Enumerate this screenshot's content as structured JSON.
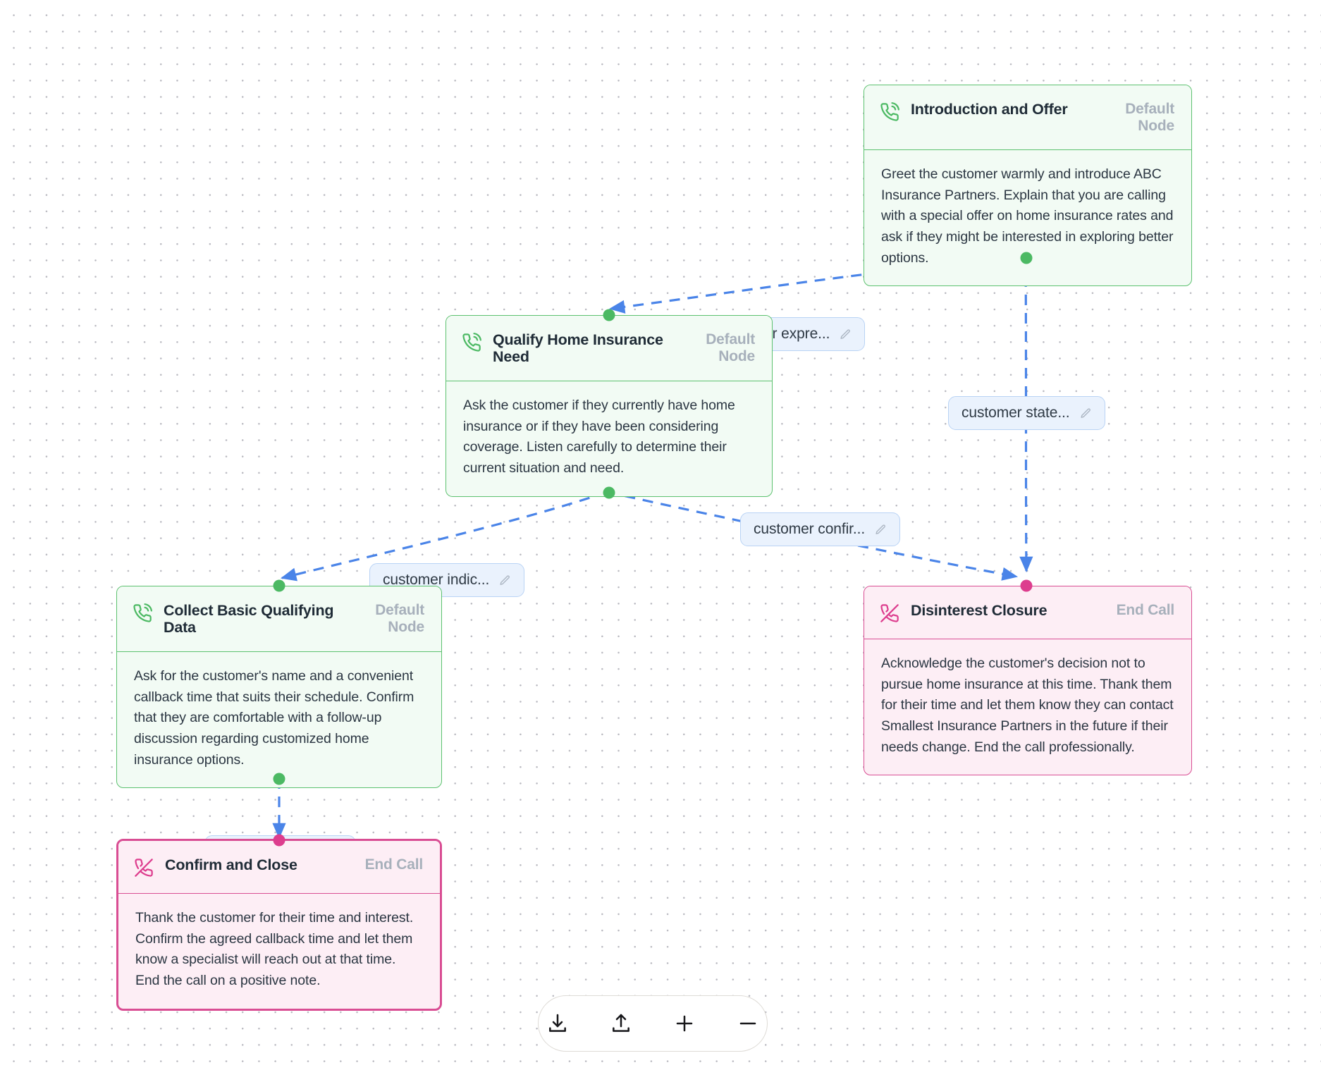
{
  "canvas": {
    "background": "#ffffff",
    "dot_color": "#b9b9c0",
    "edge_color": "#4a84e8",
    "green_accent": "#4cb963",
    "pink_accent": "#dd3d8e"
  },
  "nodes": [
    {
      "id": "introduction-and-offer",
      "title": "Introduction and Offer",
      "badge": "Default Node",
      "kind": "default",
      "icon": "phone-call-icon",
      "body": "Greet the customer warmly and introduce ABC Insurance Partners. Explain that you are calling with a special offer on home insurance rates and ask if they might be interested in exploring better options."
    },
    {
      "id": "qualify-home-insurance-need",
      "title": "Qualify Home Insurance Need",
      "badge": "Default Node",
      "kind": "default",
      "icon": "phone-call-icon",
      "body": "Ask the customer if they currently have home insurance or if they have been considering coverage. Listen carefully to determine their current situation and need."
    },
    {
      "id": "collect-basic-qualifying-data",
      "title": "Collect Basic Qualifying Data",
      "badge": "Default Node",
      "kind": "default",
      "icon": "phone-call-icon",
      "body": "Ask for the customer's name and a convenient callback time that suits their schedule. Confirm that they are comfortable with a follow-up discussion regarding customized home insurance options."
    },
    {
      "id": "disinterest-closure",
      "title": "Disinterest Closure",
      "badge": "End Call",
      "kind": "end-call",
      "icon": "phone-off-icon",
      "body": "Acknowledge the customer's decision not to pursue home insurance at this time. Thank them for their time and let them know they can contact Smallest Insurance Partners in the future if their needs change. End the call professionally."
    },
    {
      "id": "confirm-and-close",
      "title": "Confirm and Close",
      "badge": "End Call",
      "kind": "end-call",
      "icon": "phone-off-icon",
      "selected": true,
      "body": "Thank the customer for their time and interest. Confirm the agreed callback time and let them know a specialist will reach out at that time. End the call on a positive note."
    }
  ],
  "edge_labels": [
    {
      "id": "customer-expresses",
      "text": "...tomer expre...",
      "edit_icon": "pencil-icon"
    },
    {
      "id": "customer-states",
      "text": "customer state...",
      "edit_icon": "pencil-icon"
    },
    {
      "id": "customer-confirms",
      "text": "customer confir...",
      "edit_icon": "pencil-icon"
    },
    {
      "id": "customer-indicates",
      "text": "customer indic...",
      "edit_icon": "pencil-icon"
    }
  ],
  "toolbar": {
    "buttons": [
      {
        "id": "download",
        "icon": "download-icon",
        "label": "Download"
      },
      {
        "id": "upload",
        "icon": "upload-icon",
        "label": "Upload"
      },
      {
        "id": "zoom-in",
        "icon": "plus-icon",
        "label": "+"
      },
      {
        "id": "zoom-out",
        "icon": "minus-icon",
        "label": "−"
      }
    ]
  }
}
